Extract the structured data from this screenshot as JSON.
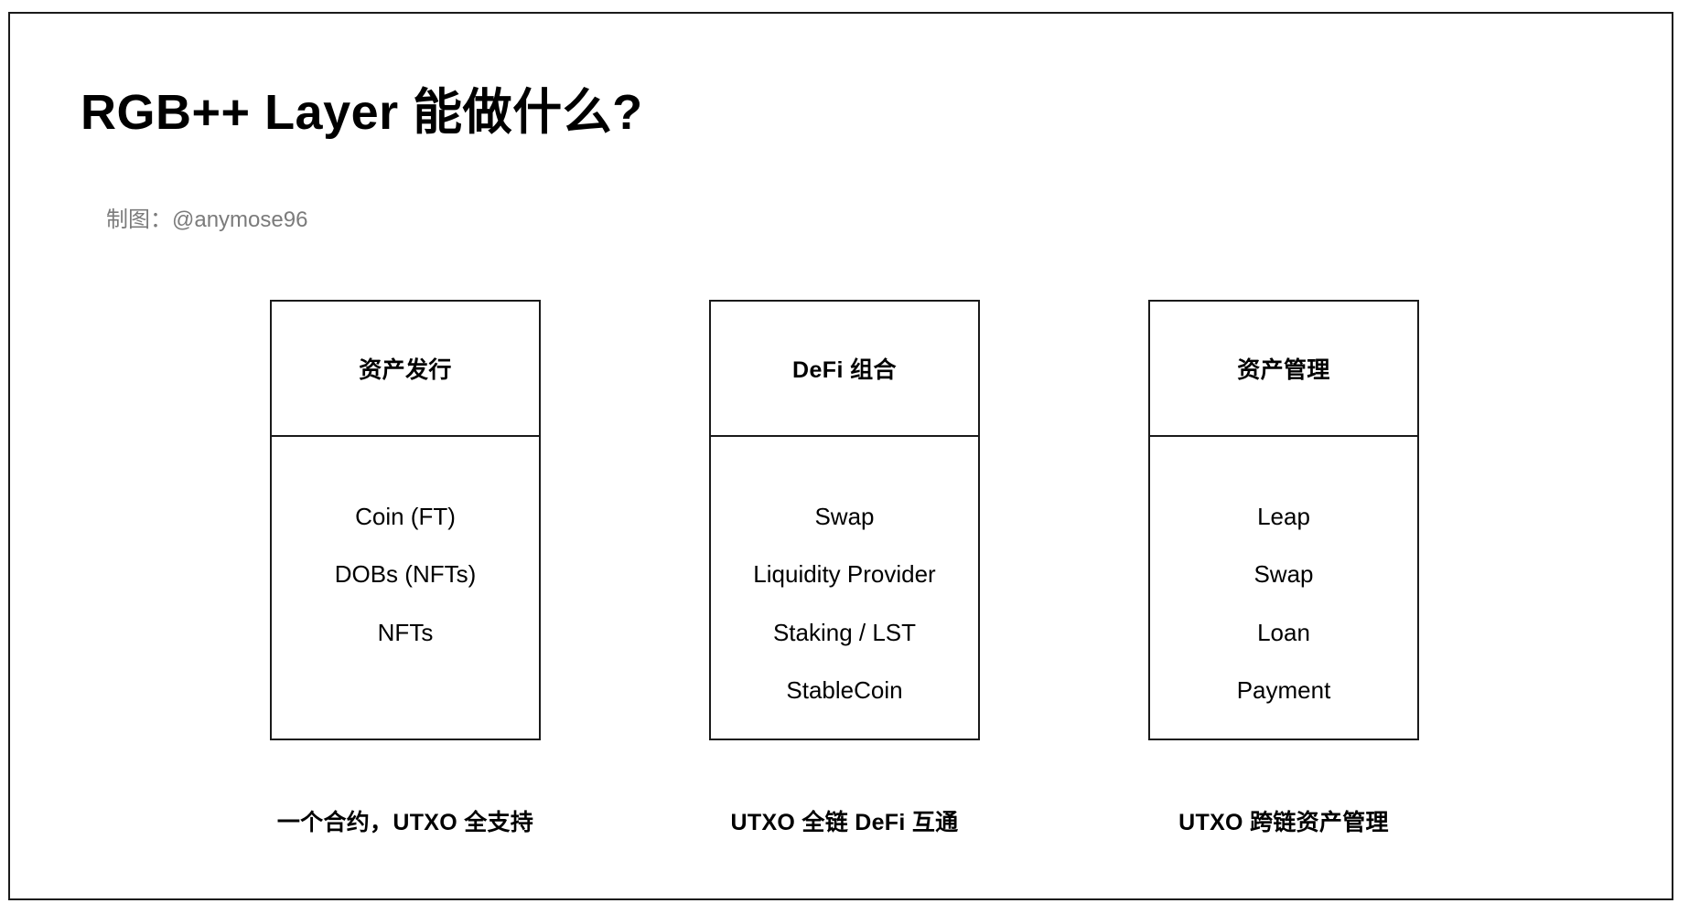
{
  "slide": {
    "title": "RGB++  Layer 能做什么?",
    "credit": "制图：@anymose96",
    "border_color": "#1a1a1a",
    "background_color": "#ffffff",
    "credit_color": "#7b7b7b"
  },
  "cards": [
    {
      "header": "资产发行",
      "items": [
        "Coin (FT)",
        "DOBs (NFTs)",
        "NFTs"
      ],
      "caption": "一个合约，UTXO 全支持"
    },
    {
      "header": "DeFi 组合",
      "items": [
        "Swap",
        "Liquidity Provider",
        "Staking / LST",
        "StableCoin"
      ],
      "caption": "UTXO 全链 DeFi 互通"
    },
    {
      "header": "资产管理",
      "items": [
        "Leap",
        "Swap",
        "Loan",
        "Payment"
      ],
      "caption": "UTXO 跨链资产管理"
    }
  ]
}
